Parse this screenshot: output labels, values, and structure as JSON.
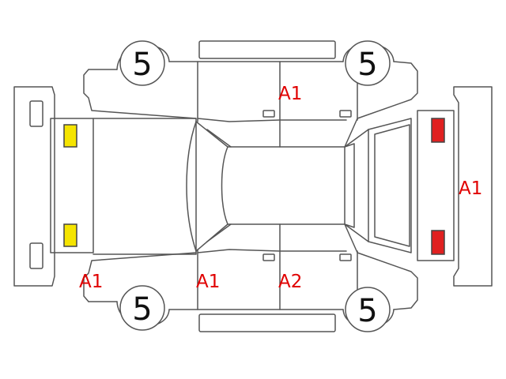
{
  "colors": {
    "outline": "#555555",
    "mark": "#e00000",
    "front_light": "#f5e400",
    "rear_light": "#e02020"
  },
  "wheels": {
    "front_left": "5",
    "rear_left": "5",
    "front_right": "5",
    "rear_right": "5"
  },
  "marks": {
    "upper_door": "A1",
    "rear_bumper": "A1",
    "front_bumper": "A1",
    "lower_front_door": "A1",
    "lower_rear_door": "A2"
  }
}
